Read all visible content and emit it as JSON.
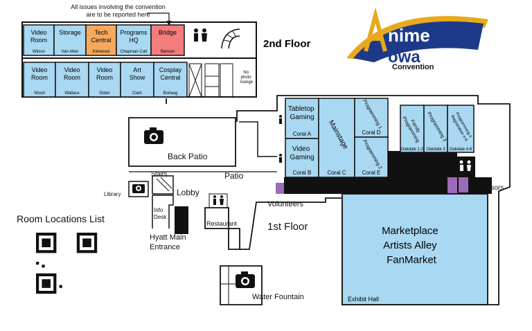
{
  "header_note": {
    "line1": "All issues involving the convention",
    "line2": "are to be reported here"
  },
  "logo": {
    "brand": "nime",
    "brand_line2": "owa",
    "subtitle": "Convention",
    "colors": {
      "navy": "#1d3a8a",
      "gold": "#e8a91c"
    }
  },
  "floor2": {
    "label": "2nd Floor",
    "top_rooms": [
      {
        "name": [
          "Video",
          "Room"
        ],
        "sub": "Wilson",
        "color": "#a9d8f2"
      },
      {
        "name": [
          "Storage"
        ],
        "sub": "Van Allen",
        "color": "#a9d8f2"
      },
      {
        "name": [
          "Tech",
          "Central"
        ],
        "sub": "Kirkwood",
        "color": "#f6a95e"
      },
      {
        "name": [
          "Programs",
          "HQ"
        ],
        "sub": "Chapman-Catt",
        "color": "#a9d8f2"
      },
      {
        "name": [
          "Bridge"
        ],
        "sub": "Benson",
        "color": "#f47c7c"
      }
    ],
    "bottom_rooms": [
      {
        "name": [
          "Video",
          "Room"
        ],
        "sub": "Wood",
        "color": "#a9d8f2"
      },
      {
        "name": [
          "Video",
          "Room"
        ],
        "sub": "Wallace",
        "color": "#a9d8f2"
      },
      {
        "name": [
          "Video",
          "Room"
        ],
        "sub": "Slater",
        "color": "#a9d8f2"
      },
      {
        "name": [
          "Art",
          "Show"
        ],
        "sub": "Clark",
        "color": "#a9d8f2"
      },
      {
        "name": [
          "Cosplay",
          "Central"
        ],
        "sub": "Borlaug",
        "color": "#a9d8f2"
      }
    ],
    "no_photo": [
      "No",
      "photo",
      "lounge"
    ]
  },
  "floor1": {
    "label": "1st Floor",
    "rooms": {
      "tabletop": {
        "name": [
          "Tabletop",
          "Gaming"
        ],
        "sub": "Coral A"
      },
      "video_gaming": {
        "name": [
          "Video",
          "Gaming"
        ],
        "sub": "Coral B"
      },
      "mainstage": {
        "name": "Mainstage",
        "sub": "Coral C"
      },
      "prog1": {
        "name": "Programming 1",
        "sub": "Coral D"
      },
      "prog2": {
        "name": "Programming 2",
        "sub": "Coral E"
      },
      "family": {
        "name": [
          "Family",
          "Programming"
        ],
        "sub": "Oakdale 1-2"
      },
      "prog3": {
        "name": "Programming 3",
        "sub": "Oakdale 3"
      },
      "prog4": {
        "name": [
          "Programming 4",
          "Registration 4-6"
        ],
        "sub": "Oakdale 4-6"
      }
    },
    "exhibit": {
      "lines": [
        "Marketplace",
        "Artists Alley",
        "FanMarket"
      ],
      "sub": "Exhibit Hall"
    },
    "labels": {
      "back_patio": "Back Patio",
      "patio": "Patio",
      "stairs": "Stairs",
      "library": "Library",
      "lobby": "Lobby",
      "info_desk": [
        "Info",
        "Desk"
      ],
      "restaurant": "Restaurant",
      "hyatt": [
        "Hyatt Main",
        "Entrance"
      ],
      "volunteers": "Volunteers",
      "sponsors": "Sponsors",
      "water": "Water Fountain"
    }
  },
  "room_locations_label": "Room Locations List",
  "colors": {
    "room": "#a9d8f2",
    "purple": "#9b6ab8",
    "black": "#111111"
  }
}
